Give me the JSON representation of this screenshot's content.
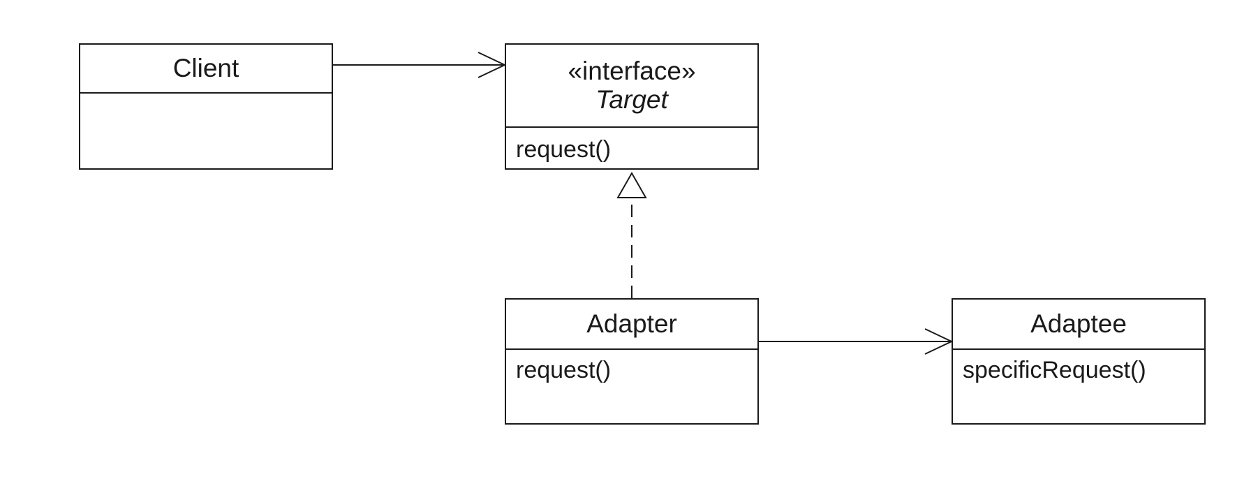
{
  "classes": {
    "client": {
      "name": "Client",
      "operations": []
    },
    "target": {
      "stereotype": "«interface»",
      "name": "Target",
      "operations": [
        "request()"
      ]
    },
    "adapter": {
      "name": "Adapter",
      "operations": [
        "request()"
      ]
    },
    "adaptee": {
      "name": "Adaptee",
      "operations": [
        "specificRequest()"
      ]
    }
  },
  "relationships": [
    {
      "from": "client",
      "to": "target",
      "type": "association"
    },
    {
      "from": "adapter",
      "to": "target",
      "type": "realization"
    },
    {
      "from": "adapter",
      "to": "adaptee",
      "type": "association"
    }
  ],
  "colors": {
    "line": "#1a1a1a",
    "background": "#ffffff"
  }
}
